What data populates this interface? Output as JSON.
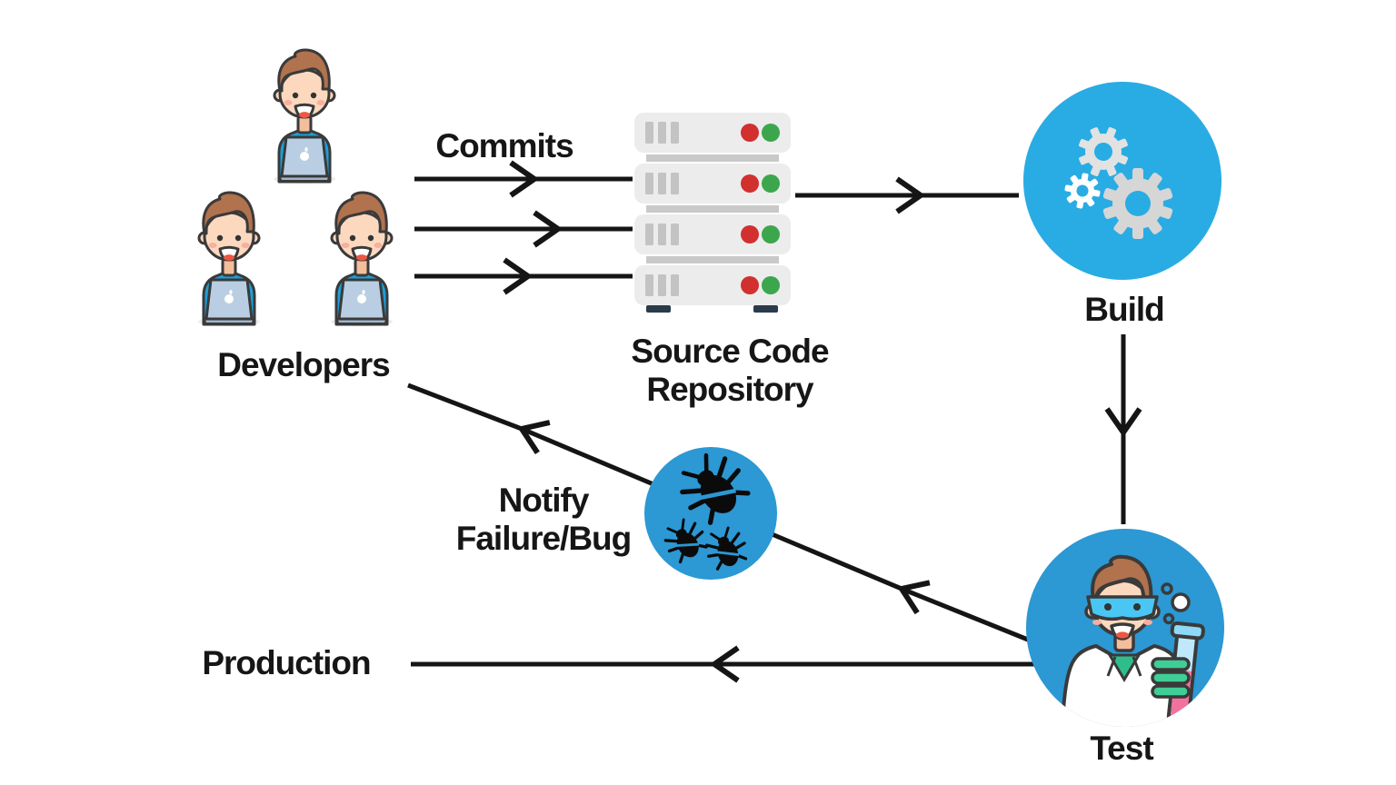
{
  "labels": {
    "commits": "Commits",
    "developers": "Developers",
    "repository_line1": "Source Code",
    "repository_line2": "Repository",
    "build": "Build",
    "test": "Test",
    "notify_line1": "Notify",
    "notify_line2": "Failure/Bug",
    "production": "Production"
  },
  "colors": {
    "build_circle": "#29ACE3",
    "test_circle": "#2C98D4",
    "notify_circle": "#2C98D4",
    "connector_line": "#151515",
    "server_led_red": "#D22F2F",
    "server_led_green": "#3CA64C",
    "laptop_blue": "#B9CEE2",
    "shirt_blue": "#1BA0D8",
    "hair_brown": "#B1724E"
  }
}
